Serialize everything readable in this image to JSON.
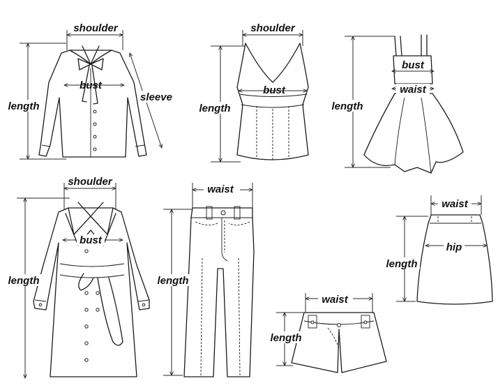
{
  "labels": {
    "shoulder": "shoulder",
    "bust": "bust",
    "sleeve": "sleeve",
    "length": "length",
    "waist": "waist",
    "hip": "hip"
  },
  "garments": [
    {
      "id": "shirt",
      "measurements": [
        "shoulder",
        "bust",
        "sleeve",
        "length"
      ]
    },
    {
      "id": "tank-top",
      "measurements": [
        "shoulder",
        "bust",
        "length"
      ]
    },
    {
      "id": "dress",
      "measurements": [
        "bust",
        "waist",
        "length"
      ]
    },
    {
      "id": "trench-coat",
      "measurements": [
        "shoulder",
        "bust",
        "length"
      ]
    },
    {
      "id": "trousers",
      "measurements": [
        "waist",
        "length"
      ]
    },
    {
      "id": "skirt",
      "measurements": [
        "waist",
        "hip",
        "length"
      ]
    },
    {
      "id": "shorts",
      "measurements": [
        "waist",
        "length"
      ]
    }
  ],
  "colors": {
    "line": "#1a1a1a",
    "background": "#ffffff"
  }
}
